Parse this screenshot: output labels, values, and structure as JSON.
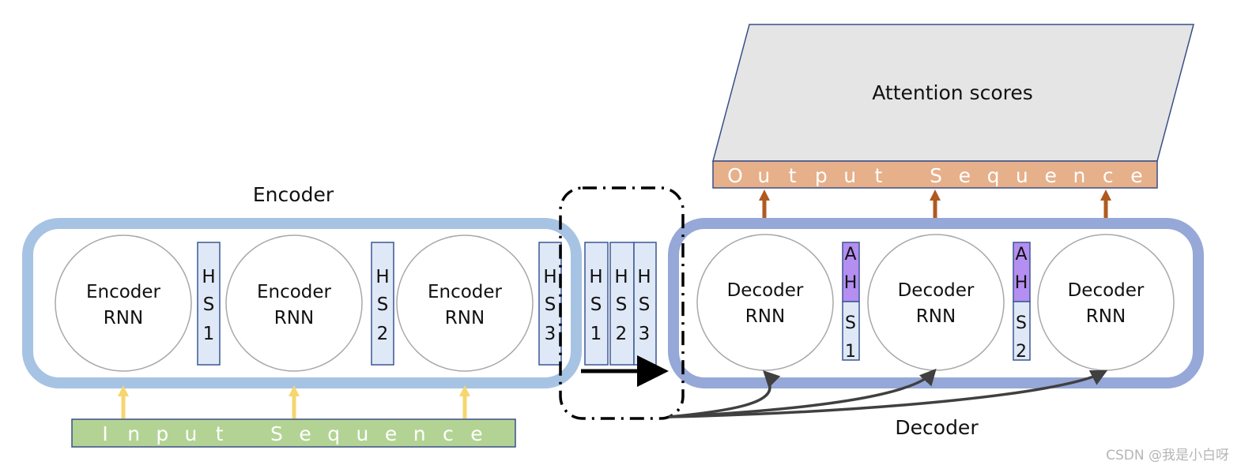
{
  "title_encoder": "Encoder",
  "title_decoder": "Decoder",
  "attention": {
    "label": "Attention scores"
  },
  "input_sequence": {
    "label": "Input Sequence",
    "letters": [
      "I",
      "n",
      "p",
      "u",
      "t",
      "",
      "S",
      "e",
      "q",
      "u",
      "e",
      "n",
      "c",
      "e"
    ]
  },
  "output_sequence": {
    "label": "Output Sequence",
    "letters": [
      "O",
      "u",
      "t",
      "p",
      "u",
      "t",
      "",
      "S",
      "e",
      "q",
      "u",
      "e",
      "n",
      "c",
      "e"
    ]
  },
  "encoder_cells": [
    {
      "line1": "Encoder",
      "line2": "RNN"
    },
    {
      "line1": "Encoder",
      "line2": "RNN"
    },
    {
      "line1": "Encoder",
      "line2": "RNN"
    }
  ],
  "decoder_cells": [
    {
      "line1": "Decoder",
      "line2": "RNN"
    },
    {
      "line1": "Decoder",
      "line2": "RNN"
    },
    {
      "line1": "Decoder",
      "line2": "RNN"
    }
  ],
  "encoder_hidden_states": [
    {
      "chars": [
        "H",
        "S",
        "1"
      ]
    },
    {
      "chars": [
        "H",
        "S",
        "2"
      ]
    },
    {
      "chars": [
        "H",
        "S",
        "3"
      ]
    }
  ],
  "context_hidden_states": [
    {
      "chars": [
        "H",
        "S",
        "1"
      ]
    },
    {
      "chars": [
        "H",
        "S",
        "2"
      ]
    },
    {
      "chars": [
        "H",
        "S",
        "3"
      ]
    }
  ],
  "decoder_states": [
    {
      "top": [
        "A",
        "H"
      ],
      "bottom": [
        "S",
        "1"
      ]
    },
    {
      "top": [
        "A",
        "H"
      ],
      "bottom": [
        "S",
        "2"
      ]
    }
  ],
  "watermark": "CSDN @我是小白呀",
  "colors": {
    "encoder_border": "#a7c3e4",
    "decoder_border": "#95a8d8",
    "hs_fill": "#dfe8f6",
    "hs_border": "#3b5793",
    "attention_hidden_fill": "#b48ef0",
    "input_fill": "#b3d394",
    "output_fill": "#e6b08a",
    "attention_fill": "#e5e5e5",
    "input_arrow": "#f5d66f",
    "output_arrow": "#b05a20",
    "connector": "#404040"
  }
}
